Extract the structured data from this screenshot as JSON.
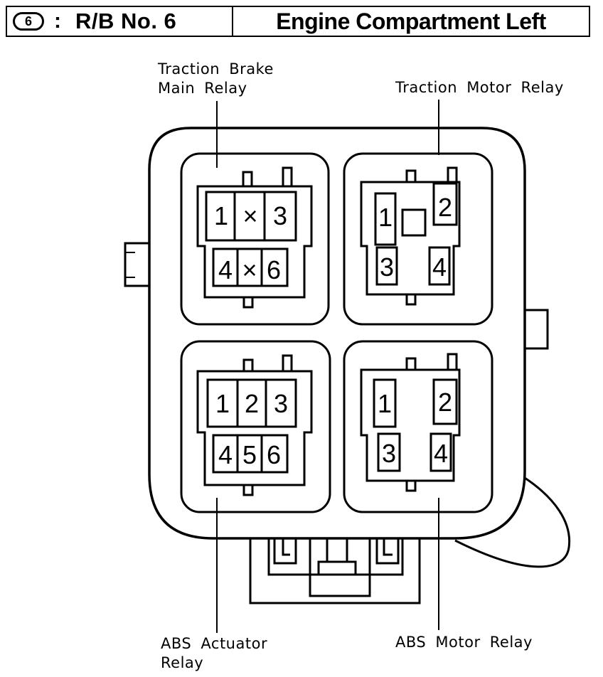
{
  "header": {
    "badge_number": "6",
    "colon": ":",
    "block_id": "R/B No. 6",
    "location": "Engine Compartment Left"
  },
  "labels": {
    "top_left_line1": "Traction Brake",
    "top_left_line2": "Main Relay",
    "top_right": "Traction Motor Relay",
    "bottom_left_line1": "ABS Actuator",
    "bottom_left_line2": "Relay",
    "bottom_right": "ABS Motor Relay"
  },
  "relays": {
    "traction_brake_main": {
      "row1": [
        "1",
        "×",
        "3"
      ],
      "row2": [
        "4",
        "×",
        "6"
      ]
    },
    "traction_motor": {
      "pins": [
        "1",
        "2",
        "3",
        "4"
      ]
    },
    "abs_actuator": {
      "row1": [
        "1",
        "2",
        "3"
      ],
      "row2": [
        "4",
        "5",
        "6"
      ]
    },
    "abs_motor": {
      "pins": [
        "1",
        "2",
        "3",
        "4"
      ]
    }
  }
}
